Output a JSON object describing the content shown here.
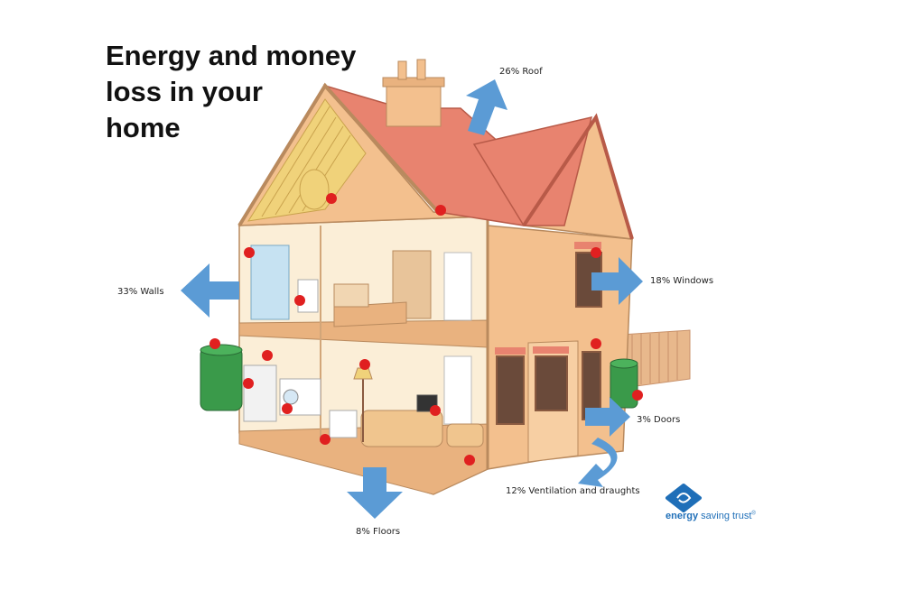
{
  "title": {
    "line1": "Energy and money",
    "line2": "loss in your",
    "line3": "home"
  },
  "labels": {
    "roof": "26% Roof",
    "walls": "33% Walls",
    "windows": "18% Windows",
    "doors": "3% Doors",
    "ventilation": "12% Ventilation and draughts",
    "floors": "8% Floors"
  },
  "logo": {
    "word1": "energy",
    "word2": "saving trust"
  },
  "colors": {
    "arrow": "#5b9bd5",
    "roof": "#e8836f",
    "wall": "#f5c99a",
    "interior": "#fbeed7",
    "loss_dot": "#e02020",
    "brand": "#1f6fb8"
  }
}
